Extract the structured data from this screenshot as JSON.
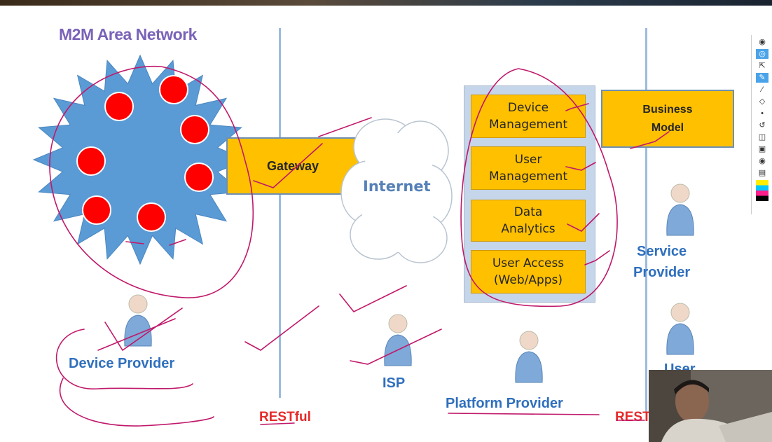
{
  "diagram": {
    "title": "M2M Area Network",
    "gateway_label": "Gateway",
    "internet_label": "Internet",
    "platform_boxes": [
      "Device\nManagement",
      "User\nManagement",
      "Data\nAnalytics",
      "User Access\n(Web/Apps)"
    ],
    "business_model_label": "Business\nModel",
    "roles": {
      "device_provider": "Device Provider",
      "isp": "ISP",
      "platform_provider": "Platform Provider",
      "service_provider": "Service\nProvider",
      "user_partial": "User"
    },
    "rest_labels": [
      "RESTful",
      "REST"
    ]
  },
  "colors": {
    "box_fill": "#ffc000",
    "starburst": "#5b9bd5",
    "node": "#ff0000",
    "title": "#7a63b8",
    "role_text": "#2f6fbd",
    "rest_text": "#e62a2a",
    "annotation_ink": "#c0186a"
  },
  "toolbar": {
    "icons": [
      "lightbulb-icon",
      "eye-icon",
      "cursor-icon",
      "pen-icon",
      "line-icon",
      "eraser-icon",
      "dot-icon",
      "undo-icon",
      "trash-icon",
      "screen-icon",
      "camera-icon",
      "clipboard-icon",
      "color-palette-icon"
    ]
  }
}
